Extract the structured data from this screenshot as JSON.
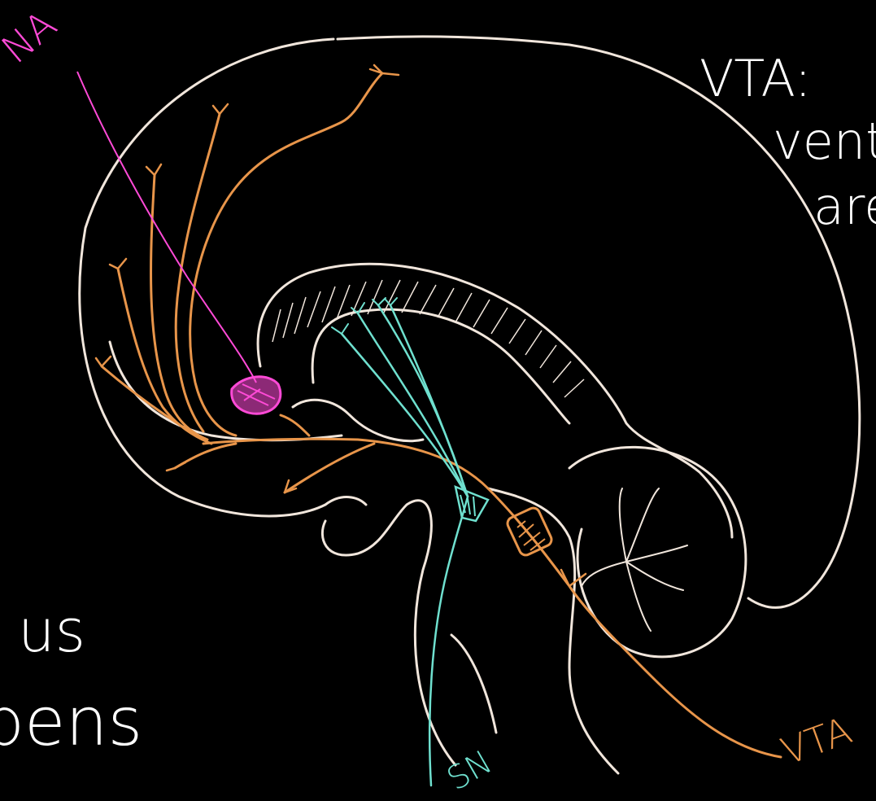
{
  "colors": {
    "background": "#000000",
    "outline": "#f1e6dc",
    "vta_pathway": "#e8954a",
    "sn_pathway": "#6fe0cf",
    "nucleus_accumbens": "#ff4ad7"
  },
  "labels": {
    "na": "NA",
    "sn": "SN",
    "vta_bottom": "VTA",
    "vta_heading": "VTA:",
    "vta_def_line1": "vent",
    "vta_def_line2": "are",
    "na_def_line1": "us",
    "na_def_line2": "bens"
  }
}
